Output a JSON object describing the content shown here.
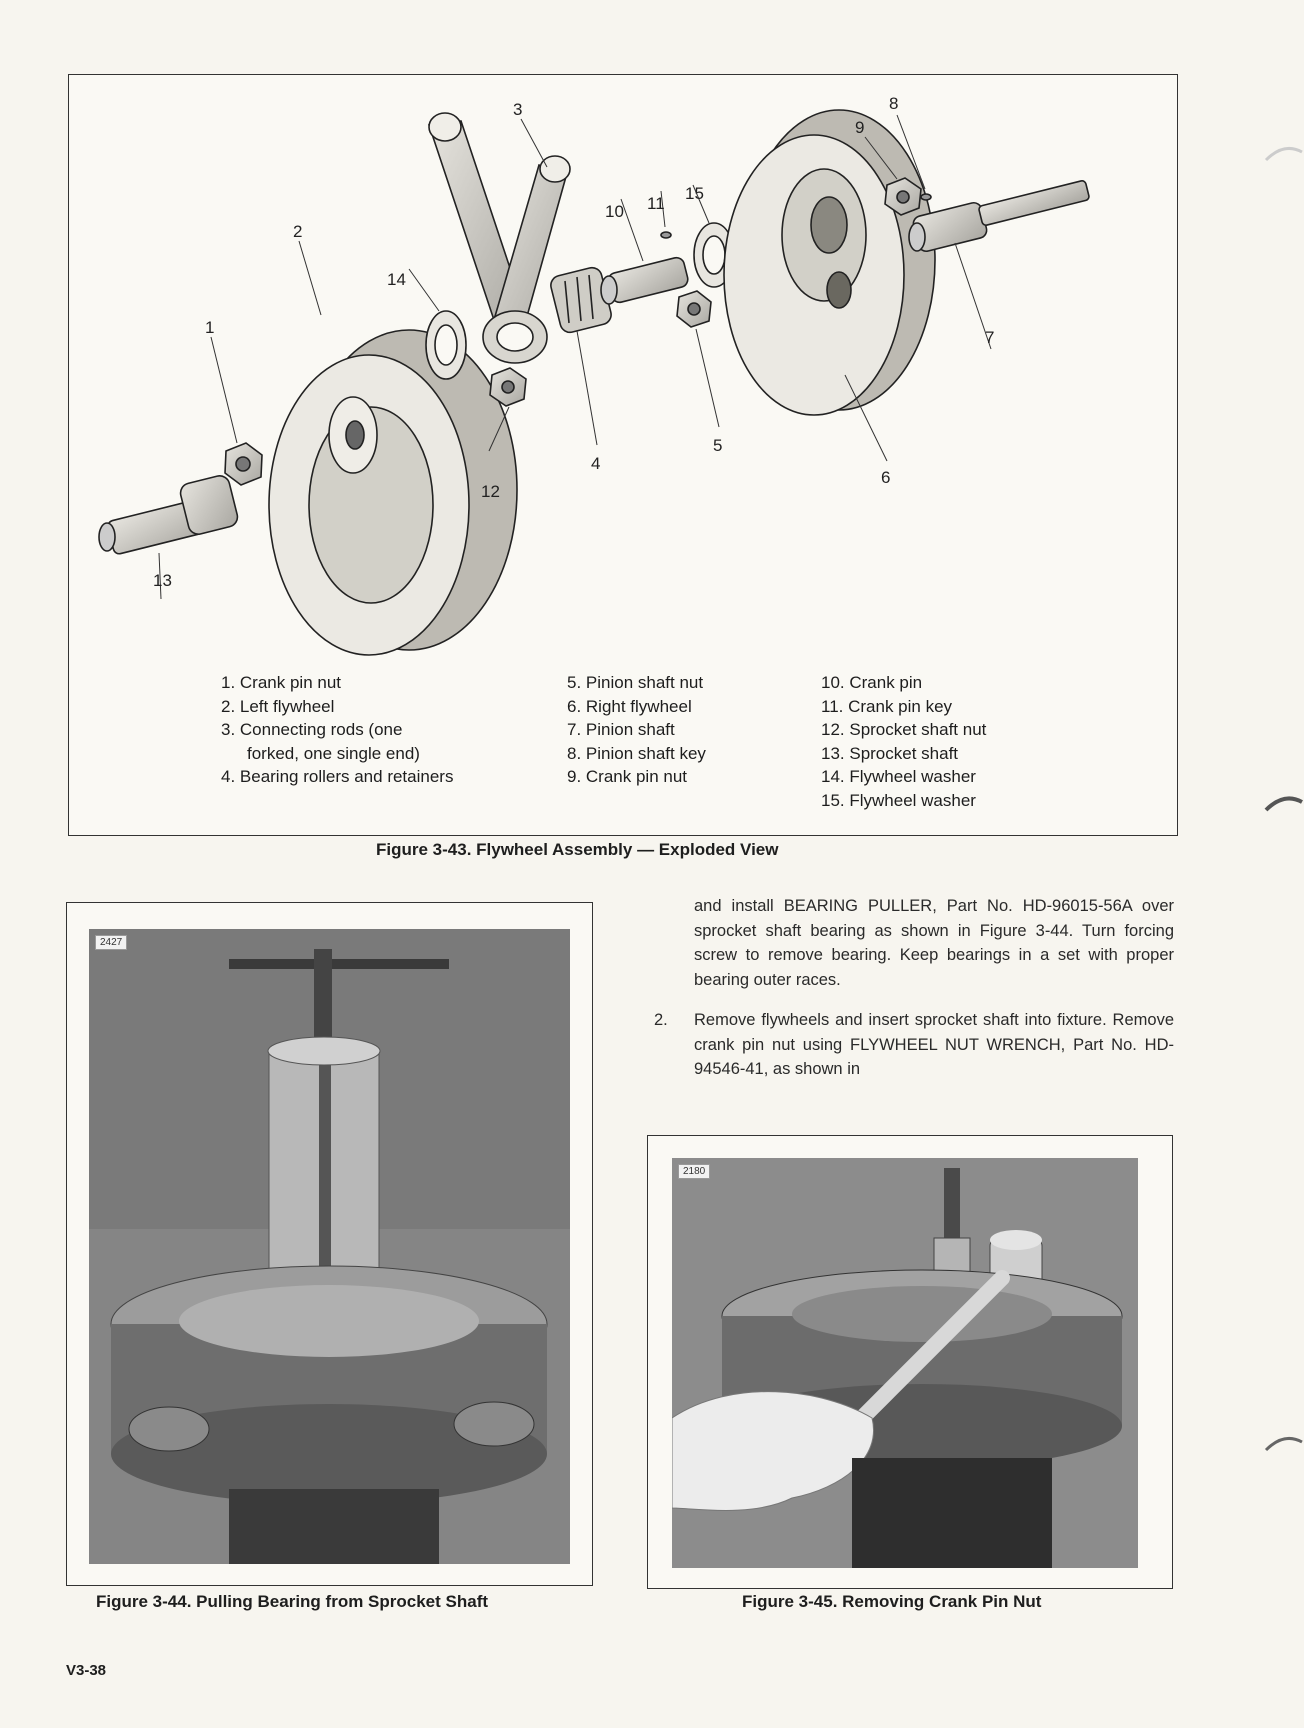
{
  "figure_3_43": {
    "callouts": [
      "1",
      "2",
      "3",
      "4",
      "5",
      "6",
      "7",
      "8",
      "9",
      "10",
      "11",
      "12",
      "13",
      "14",
      "15"
    ],
    "legend": {
      "col1": [
        "1. Crank pin nut",
        "2. Left flywheel",
        "3. Connecting rods (one",
        "forked, one single end)",
        "4. Bearing rollers and retainers"
      ],
      "col2": [
        "5. Pinion shaft nut",
        "6. Right flywheel",
        "7. Pinion shaft",
        "8. Pinion shaft key",
        "9. Crank pin nut"
      ],
      "col3": [
        "10. Crank pin",
        "11. Crank pin key",
        "12. Sprocket shaft nut",
        "13. Sprocket shaft",
        "14. Flywheel washer",
        "15. Flywheel washer"
      ]
    },
    "caption": "Figure 3-43. Flywheel Assembly — Exploded View"
  },
  "figure_3_44": {
    "photo_number": "2427",
    "caption": "Figure 3-44. Pulling Bearing from Sprocket Shaft"
  },
  "figure_3_45": {
    "photo_number": "2180",
    "caption": "Figure 3-45. Removing Crank Pin Nut"
  },
  "body": {
    "para1": "and install BEARING PULLER, Part No. HD-96015-56A over sprocket shaft bearing as shown in Figure 3-44. Turn forcing screw to remove bearing. Keep bearings in a set with proper bearing outer races.",
    "step2_num": "2.",
    "step2_text": "Remove flywheels and insert sprocket shaft into fixture. Remove crank pin nut using FLYWHEEL NUT WRENCH, Part No. HD-94546-41, as shown in"
  },
  "page_number": "V3-38"
}
